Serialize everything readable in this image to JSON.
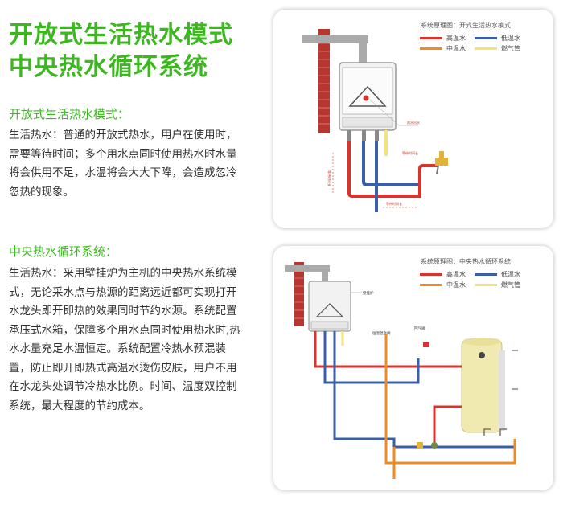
{
  "titles": {
    "line1": "开放式生活热水模式",
    "line2": "中央热水循环系统"
  },
  "section1": {
    "heading": "开放式生活热水模式：",
    "paragraph": "生活热水：普通的开放式热水，用户在使用时，需要等待时间；多个用水点同时使用热水时水量将会供用不足，水温将会大大下降，会造成忽冷忽热的现象。"
  },
  "section2": {
    "heading": "中央热水循环系统：",
    "paragraph": "生活热水：采用壁挂炉为主机的中央热水系统模式，无论采水点与热源的距离远近都可实现打开水龙头即开即热的效果同时节约水源。系统配置承压式水箱，保障多个用水点同时使用热水时,热水水量充足水温恒定。系统配置冷热水预混装置，防止即开即热式高温水烫伤皮肤，用户不用在水龙头处调节冷热水比例。时间、温度双控制系统，最大程度的节约成本。"
  },
  "diagram1": {
    "caption": "系统原理图：开式生活热水模式",
    "legend": [
      {
        "label": "高温水",
        "color": "#d9342b"
      },
      {
        "label": "低温水",
        "color": "#3a5fa8"
      },
      {
        "label": "中温水",
        "color": "#f08a24"
      },
      {
        "label": "燃气管",
        "color": "#f3e37a"
      }
    ],
    "labels": {
      "wait_time": "等待时间长",
      "wait_time2": "等待时间长",
      "wait_time3": "等待时间长",
      "outlet": "热水出水"
    }
  },
  "diagram2": {
    "caption": "系统原理图：中央热水循环系统",
    "legend": [
      {
        "label": "高温水",
        "color": "#d9342b"
      },
      {
        "label": "低温水",
        "color": "#3a5fa8"
      },
      {
        "label": "中温水",
        "color": "#f08a24"
      },
      {
        "label": "燃气管",
        "color": "#f3e37a"
      }
    ],
    "labels": {
      "boiler": "壁挂炉",
      "mixer": "恒温混合阀",
      "pump": "回气阀"
    }
  }
}
